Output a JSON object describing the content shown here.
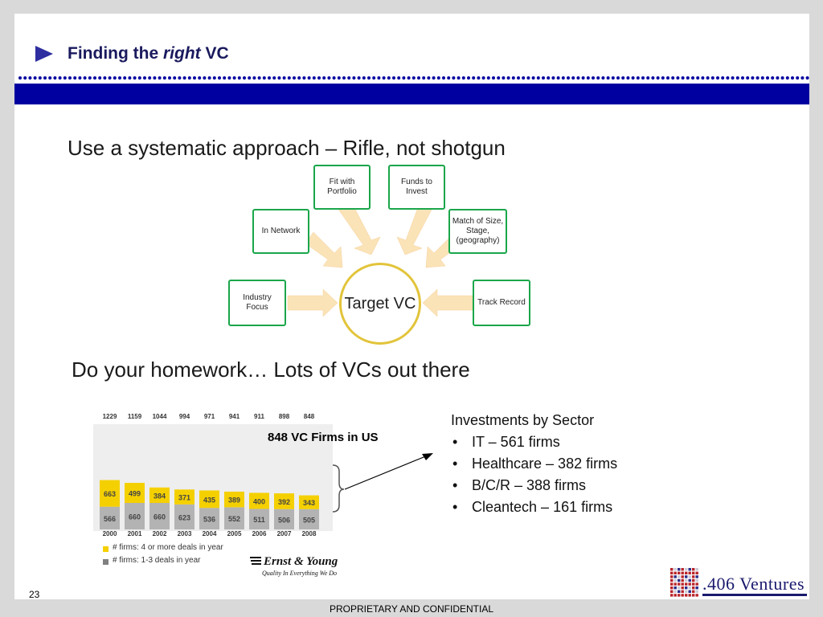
{
  "slide": {
    "title_prefix": "Finding the ",
    "title_emph": "right",
    "title_suffix": " VC",
    "heading1": "Use a systematic approach – Rifle, not shotgun",
    "heading2": "Do your homework… Lots of VCs out there",
    "page_number": "23",
    "footer": "PROPRIETARY AND CONFIDENTIAL"
  },
  "diagram": {
    "center": "Target VC",
    "factors": [
      "Fit with Portfolio",
      "Funds to Invest",
      "In Network",
      "Match of Size, Stage, (geography)",
      "Industry Focus",
      "Track Record"
    ],
    "colors": {
      "box_border": "#1aa64a",
      "arrow": "#fbe3b8",
      "circle_border": "#e2c43a"
    }
  },
  "chart_data": {
    "type": "bar",
    "categories": [
      "2000",
      "2001",
      "2002",
      "2003",
      "2004",
      "2005",
      "2006",
      "2007",
      "2008"
    ],
    "totals": [
      1229,
      1159,
      1044,
      994,
      971,
      941,
      911,
      898,
      848
    ],
    "series": [
      {
        "name": "# firms:  1-3 deals in year",
        "values": [
          566,
          660,
          660,
          623,
          536,
          552,
          511,
          506,
          505
        ],
        "color": "#b3b3b3"
      },
      {
        "name": "# firms:  4 or more deals in year",
        "values": [
          663,
          499,
          384,
          371,
          435,
          389,
          400,
          392,
          343
        ],
        "color": "#f5d000"
      }
    ],
    "annotation": "848 VC Firms in US",
    "source_name": "Ernst & Young",
    "source_tagline": "Quality In Everything We Do",
    "stacked": true
  },
  "sector": {
    "title": "Investments by Sector",
    "items": [
      "IT – 561 firms",
      "Healthcare – 382 firms",
      "B/C/R – 388 firms",
      "Cleantech – 161 firms"
    ]
  },
  "branding": {
    "logo": ".406 Ventures",
    "accent": "#0000a0"
  }
}
